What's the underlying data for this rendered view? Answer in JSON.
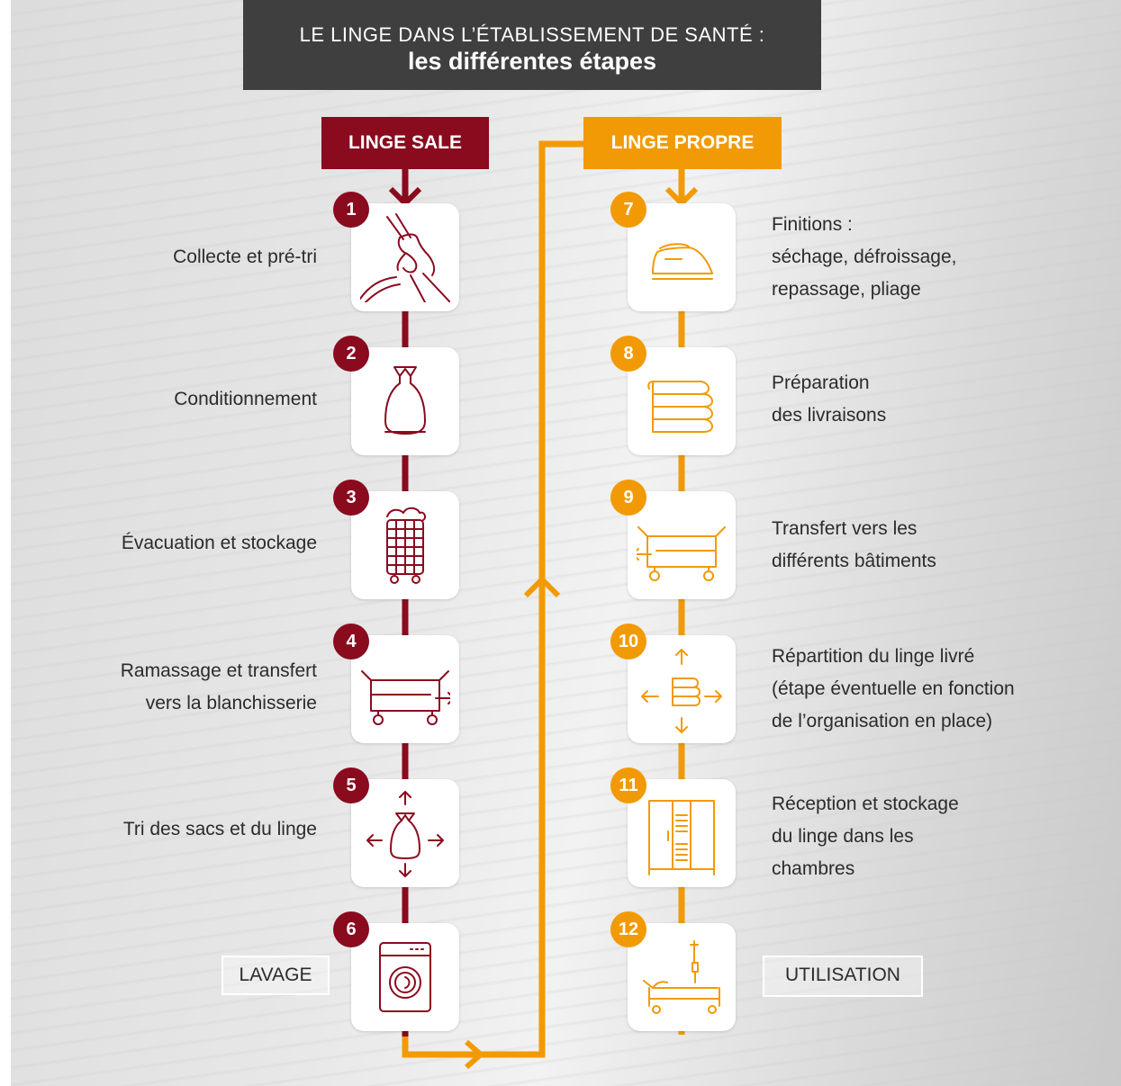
{
  "header": {
    "title_line1": "LE LINGE DANS L’ÉTABLISSEMENT DE SANTÉ :",
    "title_line2": "les différentes étapes"
  },
  "colors": {
    "sale": "#8a0a1e",
    "propre": "#f29a05",
    "header_bg": "#3f3f3f"
  },
  "sale": {
    "tag": "LINGE SALE",
    "steps": [
      {
        "num": "1",
        "lines": [
          "Collecte et pré-tri"
        ],
        "icon": "hand-grab-linen-icon"
      },
      {
        "num": "2",
        "lines": [
          "Conditionnement"
        ],
        "icon": "laundry-bag-icon"
      },
      {
        "num": "3",
        "lines": [
          "Évacuation et stockage"
        ],
        "icon": "laundry-cage-cart-icon"
      },
      {
        "num": "4",
        "lines": [
          "Ramassage et transfert",
          "vers la blanchisserie"
        ],
        "icon": "trolley-arrow-right-icon"
      },
      {
        "num": "5",
        "lines": [
          "Tri des sacs et du linge"
        ],
        "icon": "bag-sorting-arrows-icon"
      },
      {
        "num": "6",
        "icon": "washing-machine-icon"
      }
    ],
    "final_box": "LAVAGE"
  },
  "propre": {
    "tag": "LINGE PROPRE",
    "steps": [
      {
        "num": "7",
        "lines": [
          "Finitions :",
          "séchage, défroissage,",
          "repassage, pliage"
        ],
        "icon": "iron-icon"
      },
      {
        "num": "8",
        "lines": [
          "Préparation",
          "des livraisons"
        ],
        "icon": "folded-linen-stack-icon"
      },
      {
        "num": "9",
        "lines": [
          "Transfert vers les",
          "différents bâtiments"
        ],
        "icon": "trolley-arrow-left-icon"
      },
      {
        "num": "10",
        "lines": [
          "Répartition du linge livré",
          "(étape éventuelle en fonction",
          "de l’organisation en place)"
        ],
        "icon": "linen-distribution-arrows-icon"
      },
      {
        "num": "11",
        "lines": [
          "Réception et stockage",
          "du linge dans les",
          "chambres"
        ],
        "icon": "wardrobe-icon"
      },
      {
        "num": "12",
        "icon": "hospital-bed-icon"
      }
    ],
    "final_box": "UTILISATION"
  }
}
